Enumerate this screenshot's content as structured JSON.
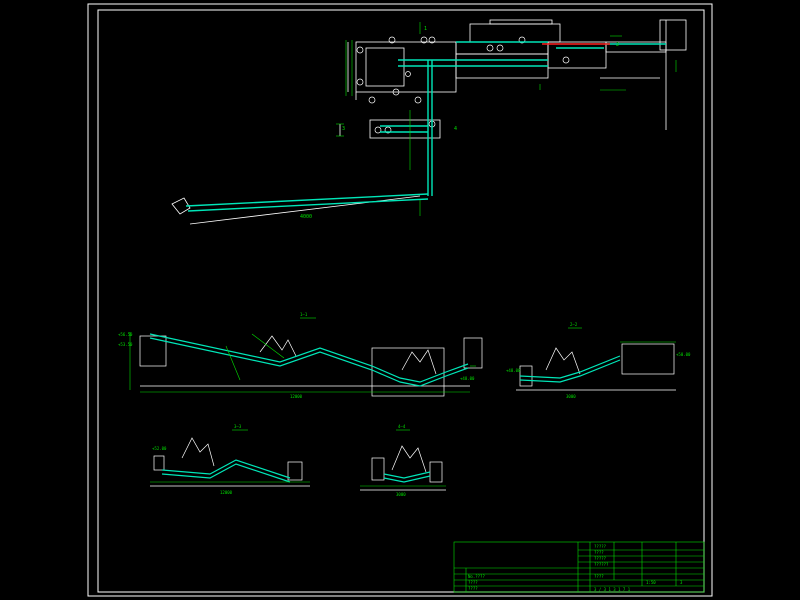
{
  "colors": {
    "background": "#000000",
    "frame": "#ffffff",
    "conveyor": "#00e6b8",
    "structure": "#ffffff",
    "dimension": "#00e000",
    "highlight": "#ff2020",
    "title_block": "#00e000"
  },
  "plan": {
    "section_mark_1": "1",
    "section_mark_2": "2",
    "section_mark_3": "3",
    "section_mark_4": "4",
    "dim_bottom": "4000"
  },
  "sections": {
    "s11": {
      "title": "1—1",
      "level_left_1": "+56.50",
      "level_left_2": "+53.50",
      "dim_total": "12000",
      "level_right": "+48.00"
    },
    "s22": {
      "title": "2—2",
      "level_right": "+50.00",
      "level_left": "+48.00",
      "dim_total": "3000"
    },
    "s33": {
      "title": "3—3",
      "level_left": "+52.00",
      "dim_total": "12000"
    },
    "s44": {
      "title": "4—4",
      "dim_total": "3000"
    }
  },
  "title_block": {
    "cells": [
      "No.????",
      "????",
      "????"
    ],
    "right_rows": [
      "?????",
      "????",
      "?????",
      "??????",
      "????"
    ],
    "scale": "1:50",
    "sheet_no": "3",
    "drawing_no": "3 / 3 1 3 1 7 1"
  }
}
